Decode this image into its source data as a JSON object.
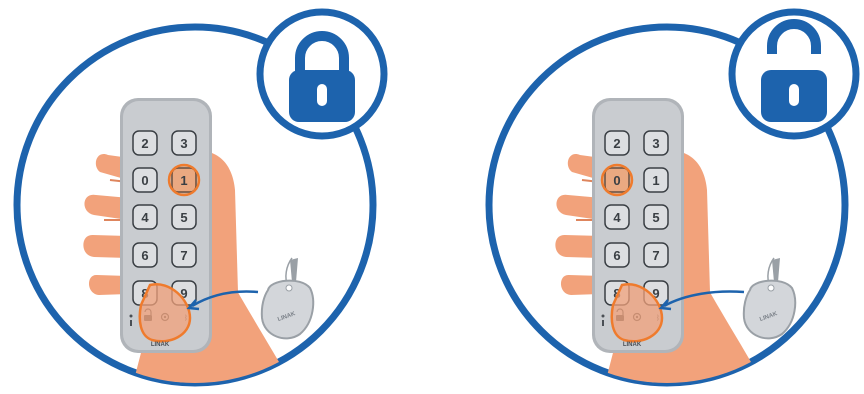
{
  "colors": {
    "ring": "#1d63ad",
    "skin": "#f2a27b",
    "skin_shadow": "#de855d",
    "keypad_body": "#c9ccd0",
    "keypad_edge": "#b0b4b9",
    "highlight": "#ef7b2d",
    "fob": "#d3d6da"
  },
  "panels": [
    {
      "state": "locked",
      "lock_icon": "lock-closed-icon",
      "highlighted_key": "1",
      "keys": [
        "2",
        "3",
        "0",
        "1",
        "4",
        "5",
        "6",
        "7",
        "8",
        "9"
      ],
      "brand": "LINAK",
      "fob_brand": "LINAK"
    },
    {
      "state": "unlocked",
      "lock_icon": "lock-open-icon",
      "highlighted_key": "0",
      "keys": [
        "2",
        "3",
        "0",
        "1",
        "4",
        "5",
        "6",
        "7",
        "8",
        "9"
      ],
      "brand": "LINAK",
      "fob_brand": "LINAK"
    }
  ]
}
